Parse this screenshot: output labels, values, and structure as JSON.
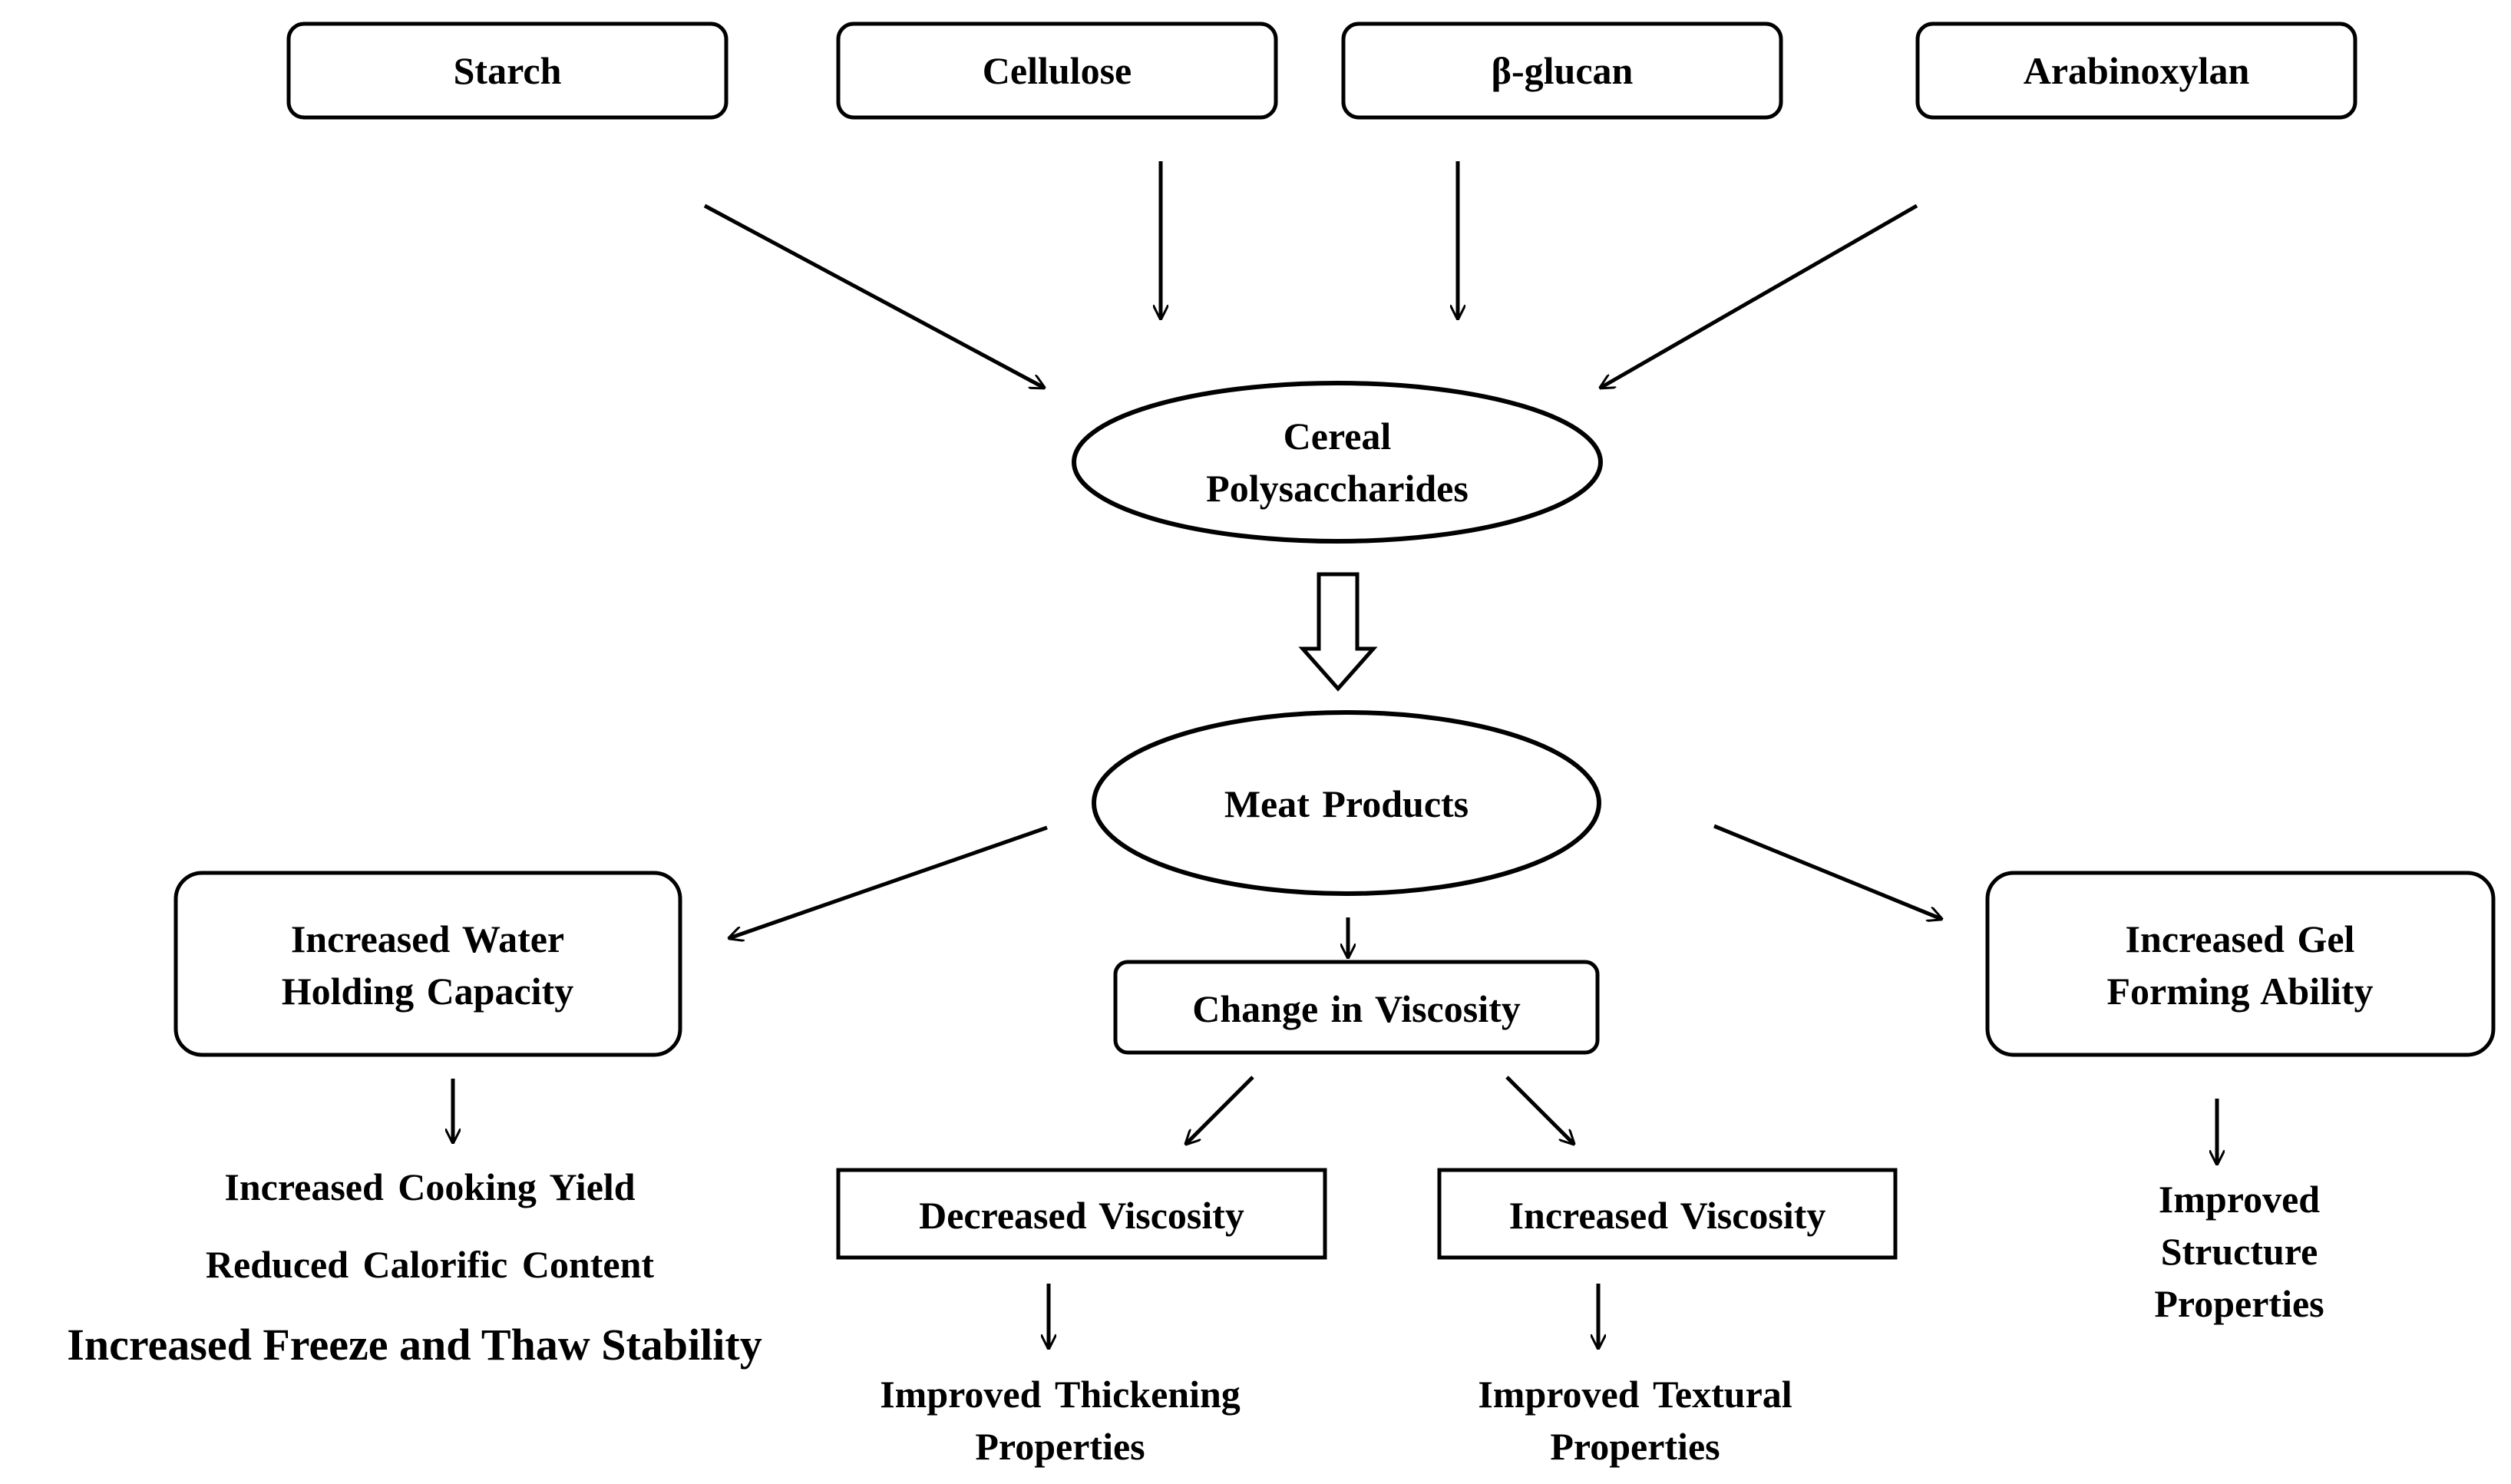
{
  "sources": [
    {
      "label": "Starch"
    },
    {
      "label": "Cellulose"
    },
    {
      "label": "β-glucan"
    },
    {
      "label": "Arabinoxylan"
    }
  ],
  "center_top": {
    "label": "Cereal\nPolysaccharides"
  },
  "center_mid": {
    "label": "Meat Products"
  },
  "effects": {
    "left": {
      "label": "Increased Water\nHolding Capacity"
    },
    "middle": {
      "label": "Change in Viscosity"
    },
    "right": {
      "label": "Increased Gel\nForming Ability"
    }
  },
  "viscosity": {
    "decreased": {
      "label": "Decreased Viscosity"
    },
    "increased": {
      "label": "Increased Viscosity"
    }
  },
  "outcomes": {
    "water": {
      "line1": "Increased Cooking Yield",
      "line2": "Reduced Calorific Content",
      "line3": "Increased Freeze and Thaw Stability"
    },
    "thickening": {
      "label": "Improved Thickening\nProperties"
    },
    "textural": {
      "label": "Improved Textural\nProperties"
    },
    "structure": {
      "label": "Improved Structure\nProperties"
    }
  }
}
